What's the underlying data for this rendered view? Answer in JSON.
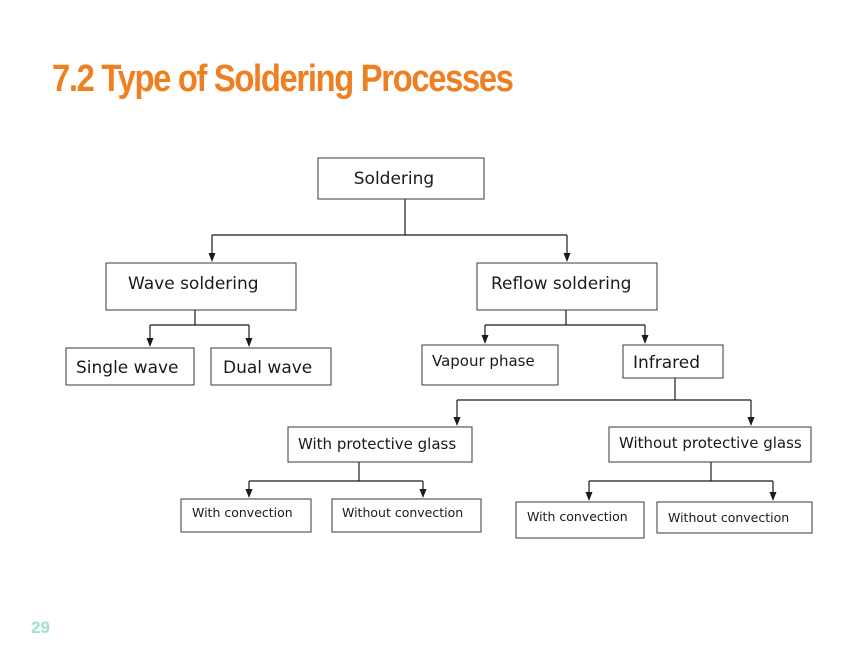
{
  "slide": {
    "title": "7.2 Type of Soldering Processes",
    "page_number": "29"
  },
  "colors": {
    "title": "#f07f1f",
    "page_number": "#9fe0d0"
  },
  "diagram": {
    "root": "Soldering",
    "wave": {
      "label": "Wave soldering",
      "single": "Single wave",
      "dual": "Dual wave"
    },
    "reflow": {
      "label": "Reflow soldering",
      "vapour": "Vapour phase",
      "infrared": "Infrared",
      "with_glass": {
        "label": "With protective glass",
        "with_convection": "With convection",
        "without_convection": "Without convection"
      },
      "without_glass": {
        "label": "Without protective glass",
        "with_convection": "With convection",
        "without_convection": "Without convection"
      }
    }
  }
}
